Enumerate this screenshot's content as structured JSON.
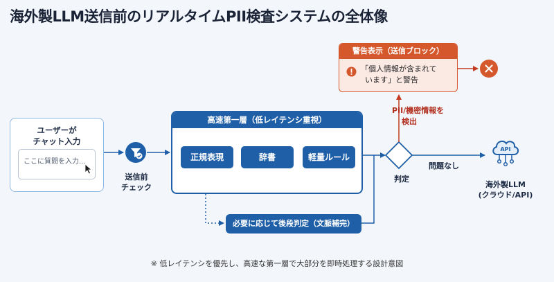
{
  "title": "海外製LLM送信前のリアルタイムPII検査システムの全体像",
  "user": {
    "title_line1": "ユーザーが",
    "title_line2": "チャット入力",
    "input_placeholder": "ここに質問を入力..."
  },
  "precheck": {
    "line1": "送信前",
    "line2": "チェック"
  },
  "fast_layer": {
    "header": "高速第一層（低レイテンシ重視）",
    "regex": "正規表現",
    "dictionary": "辞書",
    "light_rules": "軽量ルール"
  },
  "later_stage": "必要に応じて後段判定（文脈補完）",
  "decision": {
    "label": "判定",
    "pii_line1": "PII/機密情報を",
    "pii_line2": "検出",
    "ok": "問題なし"
  },
  "warning": {
    "header": "警告表示（送信ブロック）",
    "line1": "「個人情報が含まれて",
    "line2": "います」と警告"
  },
  "destination": {
    "line1": "海外製LLM",
    "line2": "(クラウド/API)",
    "icon_text": "API"
  },
  "note": "※ 低レイテンシを優先し、高速な第一層で大部分を即時処理する設計意図",
  "colors": {
    "primary": "#1f5fa8",
    "warning": "#d5582d",
    "warning_bg": "#fbe9e3"
  }
}
